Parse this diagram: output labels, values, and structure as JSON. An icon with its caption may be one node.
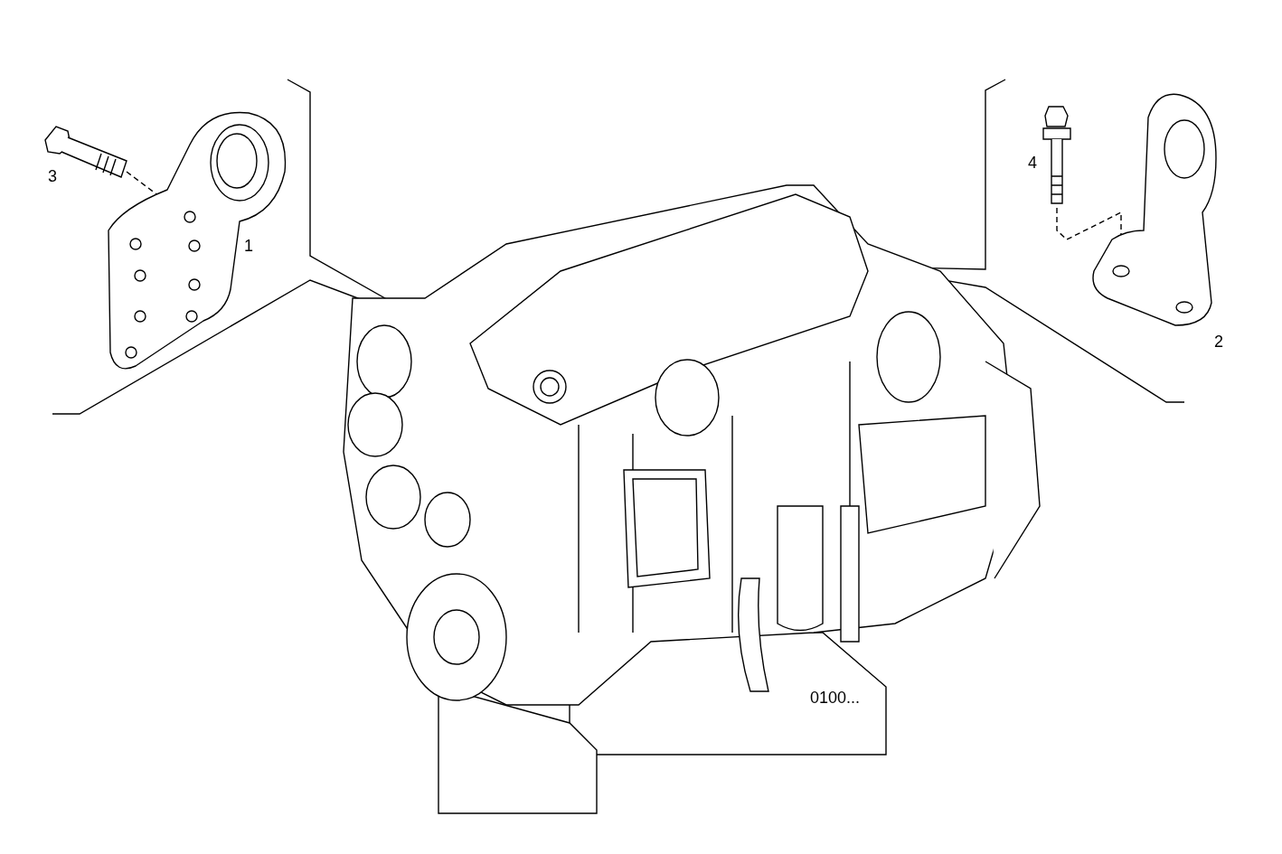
{
  "diagram": {
    "labels": [
      "3",
      "1",
      "4",
      "2",
      "0100..."
    ]
  }
}
